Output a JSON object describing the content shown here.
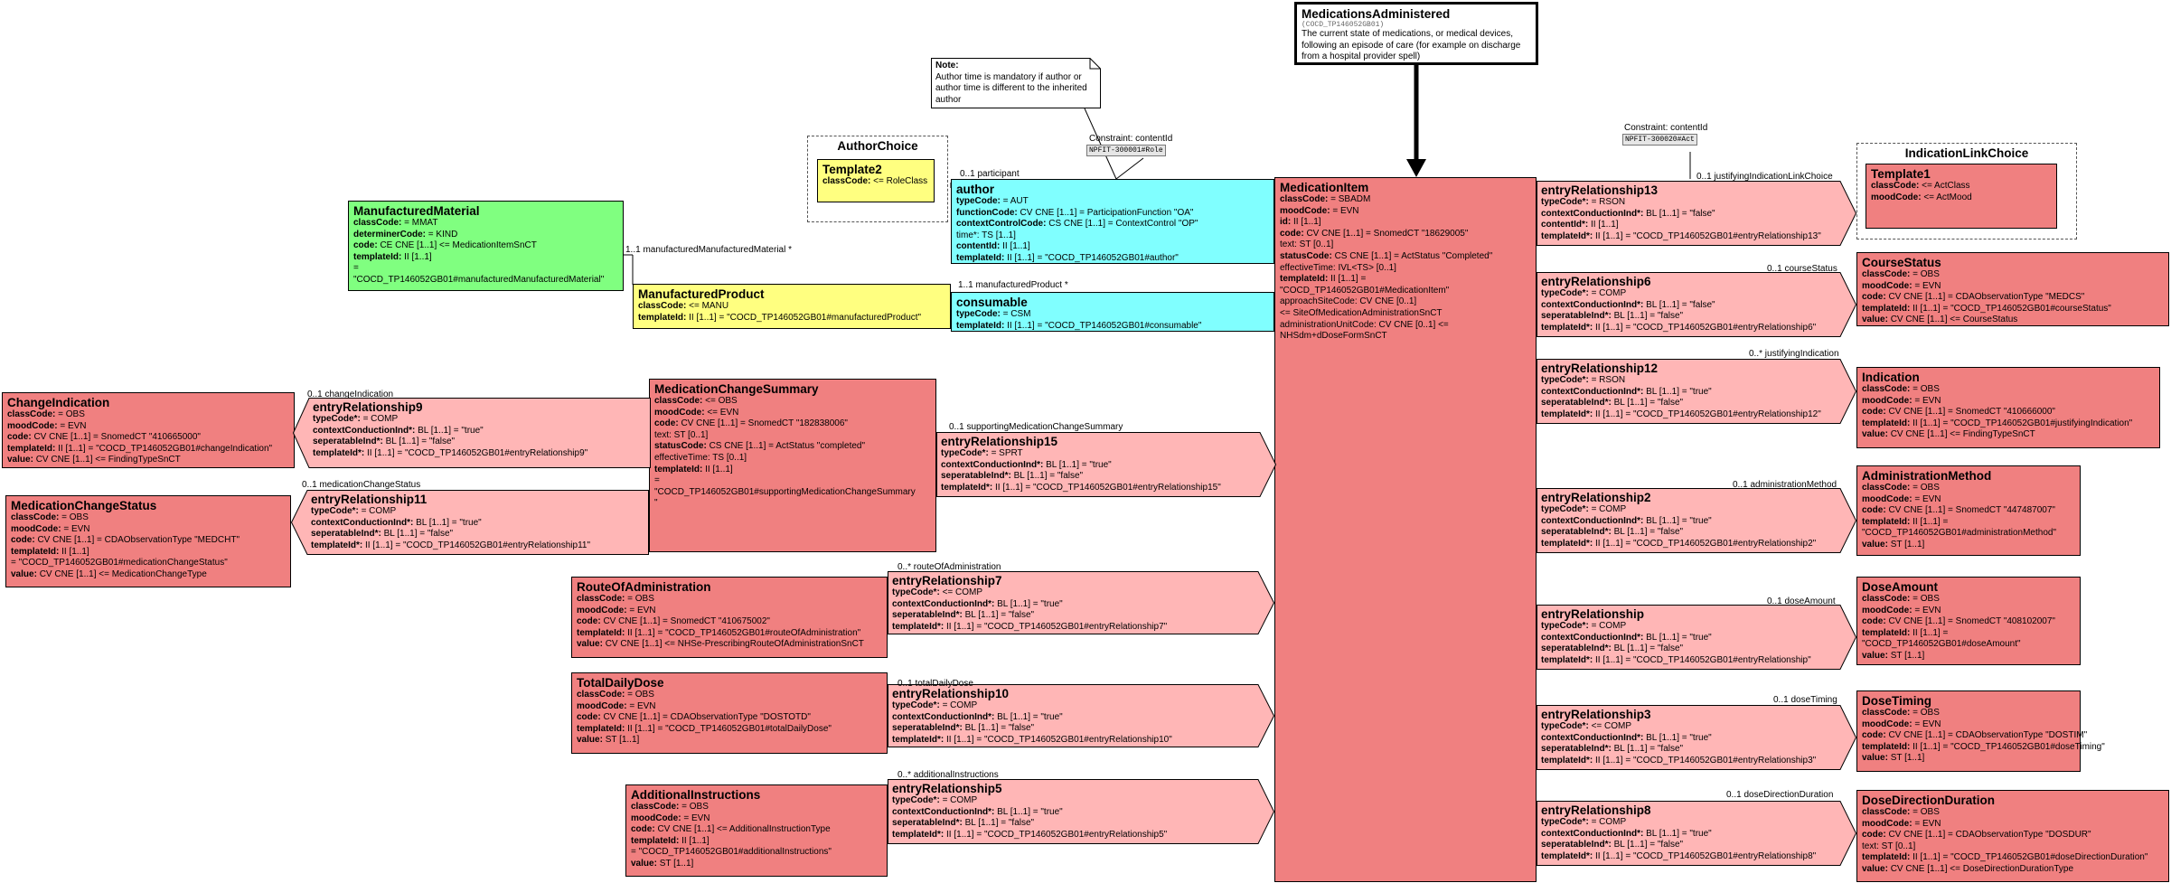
{
  "colors": {
    "act_red": "#f08080",
    "act_rel_pink": "#ffb6b6",
    "participant_cyan": "#80ffff",
    "role_yellow": "#ffff80",
    "entity_green": "#80ff80",
    "choice_yellow": "#ffff80"
  },
  "root": {
    "title": "MedicationsAdministered",
    "code": "(COCD_TP146052GB01)",
    "desc": [
      "The current state of medications, or medical devices,",
      "following an episode of care (for example on discharge",
      "from a hospital provider spell)"
    ]
  },
  "note": {
    "heading": "Note:",
    "lines": [
      "Author time is mandatory if author or",
      "author time is different to the inherited",
      "author"
    ]
  },
  "constraints": [
    {
      "label": "Constraint: contentId",
      "value": "NPFIT-300001#Role"
    },
    {
      "label": "Constraint: contentId",
      "value": "NPFIT-300020#Act"
    }
  ],
  "choices": [
    {
      "title": "AuthorChoice"
    },
    {
      "title": "IndicationLinkChoice"
    }
  ],
  "classes": [
    {
      "id": "medicationItem",
      "title": "MedicationItem",
      "lines": [
        {
          "k": "classCode",
          "v": "= SBADM"
        },
        {
          "k": "moodCode",
          "v": "= EVN"
        },
        {
          "k": "id",
          "v": "II [1..1]"
        },
        {
          "k": "code",
          "v": "CV CNE [1..1] = SnomedCT \"18629005\""
        },
        {
          "k": "",
          "v": "text: ST [0..1]"
        },
        {
          "k": "statusCode",
          "v": "CS CNE [1..1] = ActStatus \"Completed\""
        },
        {
          "k": "",
          "v": "effectiveTime: IVL<TS> [0..1]"
        },
        {
          "k": "templateId",
          "v": "II [1..1] ="
        },
        {
          "k": "",
          "v": "\"COCD_TP146052GB01#MedicationItem\""
        },
        {
          "k": "",
          "v": "approachSiteCode: CV CNE [0..1]"
        },
        {
          "k": "",
          "v": " <= SiteOfMedicationAdministrationSnCT"
        },
        {
          "k": "",
          "v": "administrationUnitCode: CV CNE [0..1] <="
        },
        {
          "k": "",
          "v": "NHSdm+dDoseFormSnCT"
        }
      ]
    },
    {
      "id": "author",
      "title": "author",
      "lines": [
        {
          "k": "typeCode",
          "v": "= AUT"
        },
        {
          "k": "functionCode",
          "v": "CV CNE [1..1] = ParticipationFunction \"OA\""
        },
        {
          "k": "contextControlCode",
          "v": "CS CNE [1..1] = ContextControl \"OP\""
        },
        {
          "k": "",
          "v": "time*: TS [1..1]"
        },
        {
          "k": "contentId",
          "v": "II [1..1]"
        },
        {
          "k": "templateId",
          "v": "II [1..1] = \"COCD_TP146052GB01#author\""
        }
      ]
    },
    {
      "id": "consumable",
      "title": "consumable",
      "lines": [
        {
          "k": "typeCode",
          "v": "= CSM"
        },
        {
          "k": "templateId",
          "v": "II [1..1] = \"COCD_TP146052GB01#consumable\""
        }
      ]
    },
    {
      "id": "template2",
      "title": "Template2",
      "lines": [
        {
          "k": "classCode",
          "v": "<= RoleClass"
        }
      ]
    },
    {
      "id": "manufacturedProduct",
      "title": "ManufacturedProduct",
      "lines": [
        {
          "k": "classCode",
          "v": "<= MANU"
        },
        {
          "k": "templateId",
          "v": "II [1..1] = \"COCD_TP146052GB01#manufacturedProduct\""
        }
      ]
    },
    {
      "id": "manufacturedMaterial",
      "title": "ManufacturedMaterial",
      "lines": [
        {
          "k": "classCode",
          "v": "= MMAT"
        },
        {
          "k": "determinerCode",
          "v": "= KIND"
        },
        {
          "k": "code",
          "v": "CE CNE [1..1] <= MedicationItemSnCT"
        },
        {
          "k": "templateId",
          "v": "II [1..1]"
        },
        {
          "k": "",
          "v": " ="
        },
        {
          "k": "",
          "v": "\"COCD_TP146052GB01#manufacturedManufacturedMaterial\""
        }
      ]
    },
    {
      "id": "medicationChangeSummary",
      "title": "MedicationChangeSummary",
      "lines": [
        {
          "k": "classCode",
          "v": "<= OBS"
        },
        {
          "k": "moodCode",
          "v": "<= EVN"
        },
        {
          "k": "code",
          "v": "CV CNE [1..1] = SnomedCT \"182838006\""
        },
        {
          "k": "",
          "v": "text: ST [0..1]"
        },
        {
          "k": "statusCode",
          "v": "CS CNE [1..1] = ActStatus \"completed\""
        },
        {
          "k": "",
          "v": "effectiveTime: TS [0..1]"
        },
        {
          "k": "templateId",
          "v": "II [1..1]"
        },
        {
          "k": "",
          "v": " ="
        },
        {
          "k": "",
          "v": "\"COCD_TP146052GB01#supportingMedicationChangeSummary"
        },
        {
          "k": "",
          "v": "\""
        }
      ]
    },
    {
      "id": "changeIndication",
      "title": "ChangeIndication",
      "lines": [
        {
          "k": "classCode",
          "v": "= OBS"
        },
        {
          "k": "moodCode",
          "v": "= EVN"
        },
        {
          "k": "code",
          "v": "CV CNE [1..1] = SnomedCT \"410665000\""
        },
        {
          "k": "templateId",
          "v": "II [1..1] = \"COCD_TP146052GB01#changeIndication\""
        },
        {
          "k": "value",
          "v": "CV CNE [1..1] <= FindingTypeSnCT"
        }
      ]
    },
    {
      "id": "medicationChangeStatus",
      "title": "MedicationChangeStatus",
      "lines": [
        {
          "k": "classCode",
          "v": "= OBS"
        },
        {
          "k": "moodCode",
          "v": "= EVN"
        },
        {
          "k": "code",
          "v": "CV CNE [1..1] = CDAObservationType \"MEDCHT\""
        },
        {
          "k": "templateId",
          "v": "II [1..1]"
        },
        {
          "k": "",
          "v": " = \"COCD_TP146052GB01#medicationChangeStatus\""
        },
        {
          "k": "value",
          "v": "CV CNE [1..1] <= MedicationChangeType"
        }
      ]
    },
    {
      "id": "routeOfAdministration",
      "title": "RouteOfAdministration",
      "lines": [
        {
          "k": "classCode",
          "v": "= OBS"
        },
        {
          "k": "moodCode",
          "v": "= EVN"
        },
        {
          "k": "code",
          "v": "CV CNE [1..1] = SnomedCT \"410675002\""
        },
        {
          "k": "templateId",
          "v": "II [1..1] = \"COCD_TP146052GB01#routeOfAdministration\""
        },
        {
          "k": "value",
          "v": "CV CNE [1..1] <= NHSe-PrescribingRouteOfAdministrationSnCT"
        }
      ]
    },
    {
      "id": "totalDailyDose",
      "title": "TotalDailyDose",
      "lines": [
        {
          "k": "classCode",
          "v": "= OBS"
        },
        {
          "k": "moodCode",
          "v": "= EVN"
        },
        {
          "k": "code",
          "v": "CV CNE [1..1] = CDAObservationType \"DOSTOTD\""
        },
        {
          "k": "templateId",
          "v": "II [1..1] = \"COCD_TP146052GB01#totalDailyDose\""
        },
        {
          "k": "value",
          "v": "ST [1..1]"
        }
      ]
    },
    {
      "id": "additionalInstructions",
      "title": "AdditionalInstructions",
      "lines": [
        {
          "k": "classCode",
          "v": "= OBS"
        },
        {
          "k": "moodCode",
          "v": "= EVN"
        },
        {
          "k": "code",
          "v": "CV CNE [1..1] <= AdditionalInstructionType"
        },
        {
          "k": "templateId",
          "v": "II [1..1]"
        },
        {
          "k": "",
          "v": " = \"COCD_TP146052GB01#additionalInstructions\""
        },
        {
          "k": "value",
          "v": "ST [1..1]"
        }
      ]
    },
    {
      "id": "template1",
      "title": "Template1",
      "lines": [
        {
          "k": "classCode",
          "v": "<= ActClass"
        },
        {
          "k": "moodCode",
          "v": "<= ActMood"
        }
      ]
    },
    {
      "id": "courseStatus",
      "title": "CourseStatus",
      "lines": [
        {
          "k": "classCode",
          "v": "= OBS"
        },
        {
          "k": "moodCode",
          "v": "= EVN"
        },
        {
          "k": "code",
          "v": "CV CNE [1..1] = CDAObservationType \"MEDCS\""
        },
        {
          "k": "templateId",
          "v": "II [1..1] = \"COCD_TP146052GB01#courseStatus\""
        },
        {
          "k": "value",
          "v": "CV CNE [1..1] <= CourseStatus"
        }
      ]
    },
    {
      "id": "indication",
      "title": "Indication",
      "lines": [
        {
          "k": "classCode",
          "v": "= OBS"
        },
        {
          "k": "moodCode",
          "v": "= EVN"
        },
        {
          "k": "code",
          "v": "CV CNE [1..1] = SnomedCT \"410666000\""
        },
        {
          "k": "templateId",
          "v": "II [1..1] = \"COCD_TP146052GB01#justifyingIndication\""
        },
        {
          "k": "value",
          "v": "CV CNE [1..1] <= FindingTypeSnCT"
        }
      ]
    },
    {
      "id": "administrationMethod",
      "title": "AdministrationMethod",
      "lines": [
        {
          "k": "classCode",
          "v": "= OBS"
        },
        {
          "k": "moodCode",
          "v": "= EVN"
        },
        {
          "k": "code",
          "v": "CV CNE [1..1] = SnomedCT \"447487007\""
        },
        {
          "k": "templateId",
          "v": "II [1..1] ="
        },
        {
          "k": "",
          "v": "\"COCD_TP146052GB01#administrationMethod\""
        },
        {
          "k": "value",
          "v": "ST [1..1]"
        }
      ]
    },
    {
      "id": "doseAmount",
      "title": "DoseAmount",
      "lines": [
        {
          "k": "classCode",
          "v": "= OBS"
        },
        {
          "k": "moodCode",
          "v": "= EVN"
        },
        {
          "k": "code",
          "v": "CV CNE [1..1] = SnomedCT \"408102007\""
        },
        {
          "k": "templateId",
          "v": "II [1..1] ="
        },
        {
          "k": "",
          "v": "\"COCD_TP146052GB01#doseAmount\""
        },
        {
          "k": "value",
          "v": "ST [1..1]"
        }
      ]
    },
    {
      "id": "doseTiming",
      "title": "DoseTiming",
      "lines": [
        {
          "k": "classCode",
          "v": "= OBS"
        },
        {
          "k": "moodCode",
          "v": "= EVN"
        },
        {
          "k": "code",
          "v": "CV CNE [1..1] = CDAObservationType \"DOSTIM\""
        },
        {
          "k": "templateId",
          "v": "II [1..1] = \"COCD_TP146052GB01#doseTiming\""
        },
        {
          "k": "value",
          "v": "ST [1..1]"
        }
      ]
    },
    {
      "id": "doseDirectionDuration",
      "title": "DoseDirectionDuration",
      "lines": [
        {
          "k": "classCode",
          "v": "= OBS"
        },
        {
          "k": "moodCode",
          "v": "= EVN"
        },
        {
          "k": "code",
          "v": "CV CNE [1..1] = CDAObservationType \"DOSDUR\""
        },
        {
          "k": "",
          "v": "text: ST [0..1]"
        },
        {
          "k": "templateId",
          "v": "II [1..1] = \"COCD_TP146052GB01#doseDirectionDuration\""
        },
        {
          "k": "value",
          "v": "CV CNE [1..1] <= DoseDirectionDurationType"
        }
      ]
    }
  ],
  "relationships": [
    {
      "id": "er9",
      "title": "entryRelationship9",
      "label": "0..1 changeIndication",
      "tpl": "\"COCD_TP146052GB01#entryRelationship9\""
    },
    {
      "id": "er11",
      "title": "entryRelationship11",
      "label": "0..1 medicationChangeStatus",
      "tpl": "\"COCD_TP146052GB01#entryRelationship11\""
    },
    {
      "id": "er15",
      "title": "entryRelationship15",
      "label": "0..1 supportingMedicationChangeSummary",
      "type": "= SPRT",
      "tpl": "\"COCD_TP146052GB01#entryRelationship15\""
    },
    {
      "id": "er7",
      "title": "entryRelationship7",
      "label": "0..* routeOfAdministration",
      "type": "<= COMP",
      "tpl": "\"COCD_TP146052GB01#entryRelationship7\""
    },
    {
      "id": "er10",
      "title": "entryRelationship10",
      "label": "0..1 totalDailyDose",
      "tpl": "\"COCD_TP146052GB01#entryRelationship10\""
    },
    {
      "id": "er5",
      "title": "entryRelationship5",
      "label": "0..* additionalInstructions",
      "tpl": "\"COCD_TP146052GB01#entryRelationship5\""
    },
    {
      "id": "er13",
      "title": "entryRelationship13",
      "label": "0..1 justifyingIndicationLinkChoice",
      "type": "= RSON",
      "tpl": "\"COCD_TP146052GB01#entryRelationship13\""
    },
    {
      "id": "er6",
      "title": "entryRelationship6",
      "label": "0..1 courseStatus",
      "tpl": "\"COCD_TP146052GB01#entryRelationship6\""
    },
    {
      "id": "er12",
      "title": "entryRelationship12",
      "label": "0..* justifyingIndication",
      "type": "= RSON",
      "tpl": "\"COCD_TP146052GB01#entryRelationship12\""
    },
    {
      "id": "er2",
      "title": "entryRelationship2",
      "label": "0..1 administrationMethod",
      "tpl": "\"COCD_TP146052GB01#entryRelationship2\""
    },
    {
      "id": "er",
      "title": "entryRelationship",
      "label": "0..1 doseAmount",
      "tpl": "\"COCD_TP146052GB01#entryRelationship\""
    },
    {
      "id": "er3",
      "title": "entryRelationship3",
      "label": "0..1 doseTiming",
      "type": "<= COMP",
      "tpl": "\"COCD_TP146052GB01#entryRelationship3\""
    },
    {
      "id": "er8",
      "title": "entryRelationship8",
      "label": "0..1 doseDirectionDuration",
      "tpl": "\"COCD_TP146052GB01#entryRelationship8\""
    }
  ],
  "rel_common": {
    "typeCode": "= COMP",
    "ccInd": "BL [1..1] = \"true\"",
    "ccIndFalse": "BL [1..1] = \"false\"",
    "sepInd": "BL [1..1] = \"false\""
  },
  "assoc_labels": {
    "participant": "0..1 participant",
    "manufacturedProduct": "1..1 manufacturedProduct  *",
    "manufacturedMaterial": "1..1 manufacturedManufacturedMaterial  *"
  }
}
